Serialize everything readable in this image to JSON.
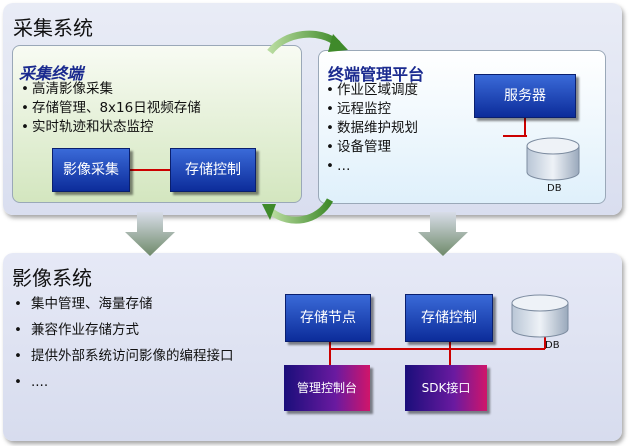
{
  "collection_system": {
    "title": "采集系统",
    "terminal": {
      "title": "采集终端",
      "bullets": [
        "高清影像采集",
        "存储管理、8x16日视频存储",
        "实时轨迹和状态监控"
      ],
      "buttons": {
        "capture": "影像采集",
        "storage_control": "存储控制"
      }
    },
    "platform": {
      "title": "终端管理平台",
      "bullets": [
        "作业区域调度",
        "远程监控",
        "数据维护规划",
        "设备管理",
        "…"
      ],
      "server": "服务器",
      "db": "DB"
    }
  },
  "image_system": {
    "title": "影像系统",
    "bullets": [
      "集中管理、海量存储",
      "兼容作业存储方式",
      "提供外部系统访问影像的编程接口",
      "...."
    ],
    "buttons": {
      "storage_node": "存储节点",
      "storage_control": "存储控制",
      "management_console": "管理控制台",
      "sdk": "SDK接口"
    },
    "db": "DB"
  },
  "colors": {
    "title_text": "#1a2a8f",
    "button_blue": "#1e46c0",
    "connector_red": "#cc0000",
    "arrow_green": "#5a9a3a"
  }
}
